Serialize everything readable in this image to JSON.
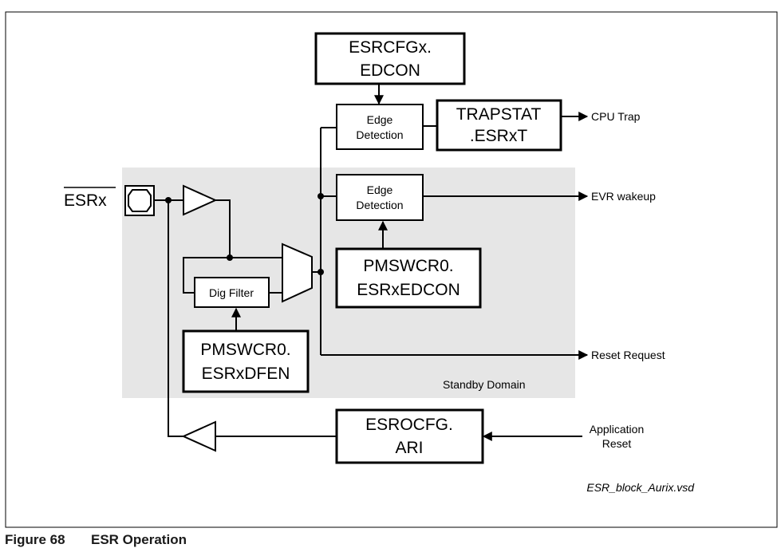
{
  "diagram": {
    "esrcfgx_edcon": {
      "line1": "ESRCFGx.",
      "line2": "EDCON"
    },
    "edge_detection_top": {
      "line1": "Edge",
      "line2": "Detection"
    },
    "edge_detection_mid": {
      "line1": "Edge",
      "line2": "Detection"
    },
    "trapstat": {
      "line1": "TRAPSTAT",
      "line2": ".ESRxT"
    },
    "pmswcr0_edcon": {
      "line1": "PMSWCR0.",
      "line2": "ESRxEDCON"
    },
    "pmswcr0_dfen": {
      "line1": "PMSWCR0.",
      "line2": "ESRxDFEN"
    },
    "dig_filter": "Dig Filter",
    "esrocfg_ari": {
      "line1": "ESROCFG.",
      "line2": "ARI"
    },
    "pin_label": "ESRx",
    "outputs": {
      "cpu_trap": "CPU Trap",
      "evr_wakeup": "EVR wakeup",
      "reset_request": "Reset Request"
    },
    "application_reset": {
      "line1": "Application",
      "line2": "Reset"
    },
    "standby_domain": "Standby Domain",
    "file_name": "ESR_block_Aurix.vsd"
  },
  "caption": {
    "figure_number": "Figure 68",
    "title": "ESR Operation"
  },
  "colors": {
    "standby_region": "#e6e6e6",
    "frame": "#000000"
  }
}
